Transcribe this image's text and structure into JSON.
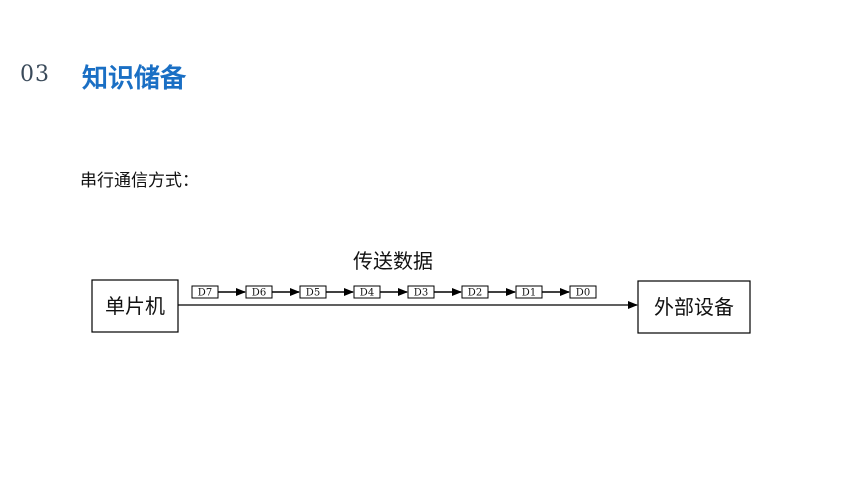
{
  "header": {
    "number": "03",
    "title": "知识储备"
  },
  "subtitle": "串行通信方式：",
  "diagram": {
    "left_box": "单片机",
    "right_box": "外部设备",
    "transfer_label": "传送数据",
    "bits": [
      "D7",
      "D6",
      "D5",
      "D4",
      "D3",
      "D2",
      "D1",
      "D0"
    ]
  }
}
